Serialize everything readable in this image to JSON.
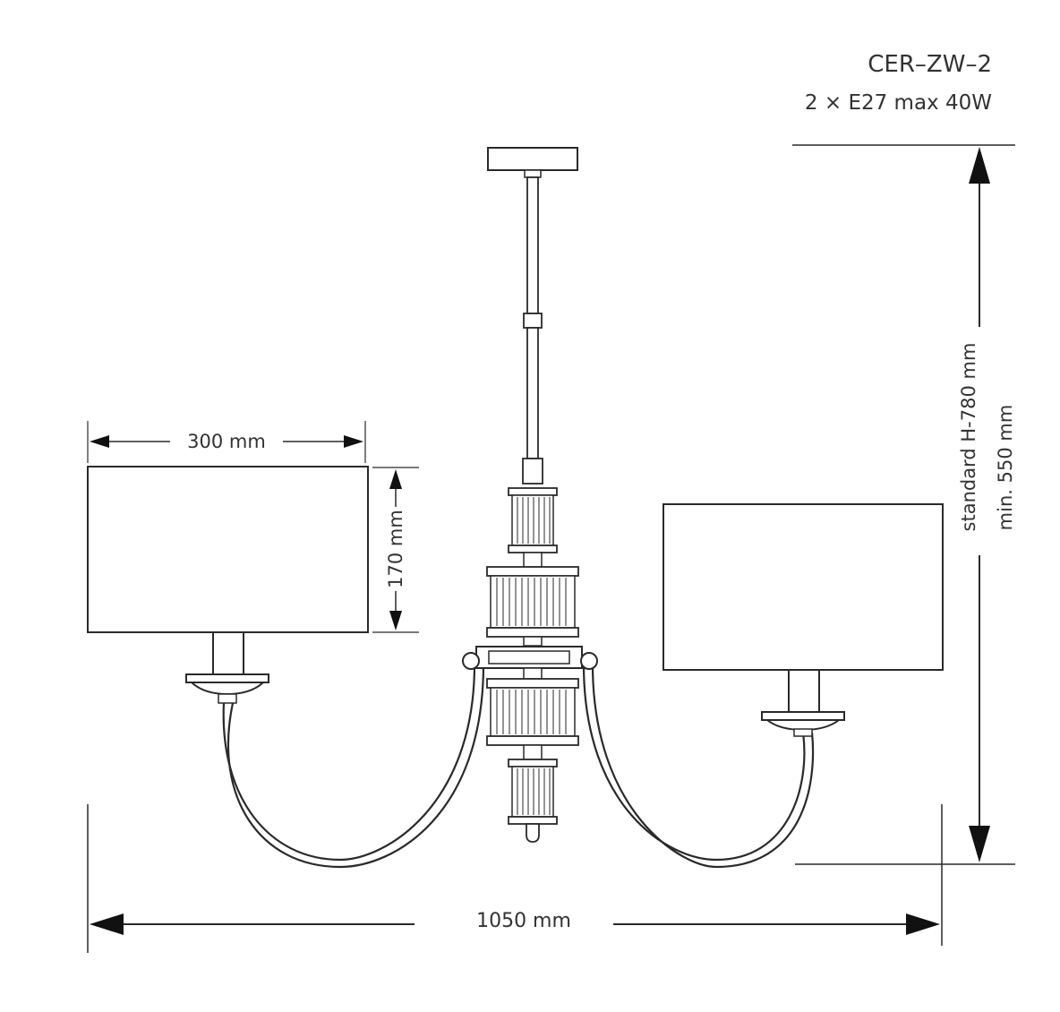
{
  "product": {
    "model": "CER–ZW–2",
    "bulbs": "2 × E27 max 40W"
  },
  "dimensions": {
    "shade_width": "300 mm",
    "shade_height": "170 mm",
    "total_width": "1050 mm",
    "height_standard": "standard H-780 mm",
    "height_min": "min. 550 mm"
  },
  "colors": {
    "line": "#2a2a2a",
    "text": "#333333",
    "background": "#ffffff"
  }
}
